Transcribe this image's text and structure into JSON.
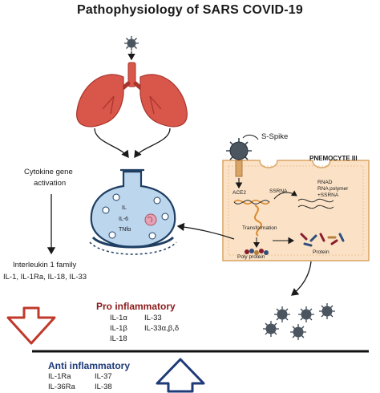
{
  "title": "Pathophysiology of SARS COVID-19",
  "cytokine": {
    "line1": "Cytokine gene",
    "line2": "activation"
  },
  "alveolus_labels": [
    "IL",
    "IL-6",
    "TNfα"
  ],
  "spike_label": "S-Spike",
  "cell_label": "PNEMOCYTE III",
  "ace2": "ACE2",
  "ssrna": "SSRNA",
  "rnad": [
    "RNAD",
    "RNA polymer",
    "+SSRNA"
  ],
  "transformation": "Transformation",
  "poly_protein": "Poly protein",
  "protein": "Protein",
  "il1_family": {
    "heading": "Interleukin 1 family",
    "members": "IL-1,  IL-1Ra,  IL-18,  IL-33"
  },
  "pro_inflammatory": {
    "heading": "Pro inflammatory",
    "col1": [
      "IL-1α",
      "IL-1β",
      "IL-18"
    ],
    "col2": [
      "IL-33",
      "IL-33α,β,δ"
    ]
  },
  "anti_inflammatory": {
    "heading": "Anti inflammatory",
    "col1": [
      "IL-1Ra",
      "IL-36Ra"
    ],
    "col2": [
      "IL-37",
      "IL-38"
    ]
  },
  "colors": {
    "lung": "#d9564a",
    "lung_dark": "#a8352c",
    "alveolus_fill": "#bcd6ee",
    "alveolus_stroke": "#1f3f63",
    "cell_fill": "#fbe2c6",
    "cell_stroke": "#d9a465",
    "pro_heading": "#8b1a1a",
    "pro_arrow": "#c0392b",
    "anti_heading": "#1e3a78",
    "anti_arrow": "#1e3a78",
    "rna": "#d98a2f",
    "virus": "#4a5560"
  }
}
